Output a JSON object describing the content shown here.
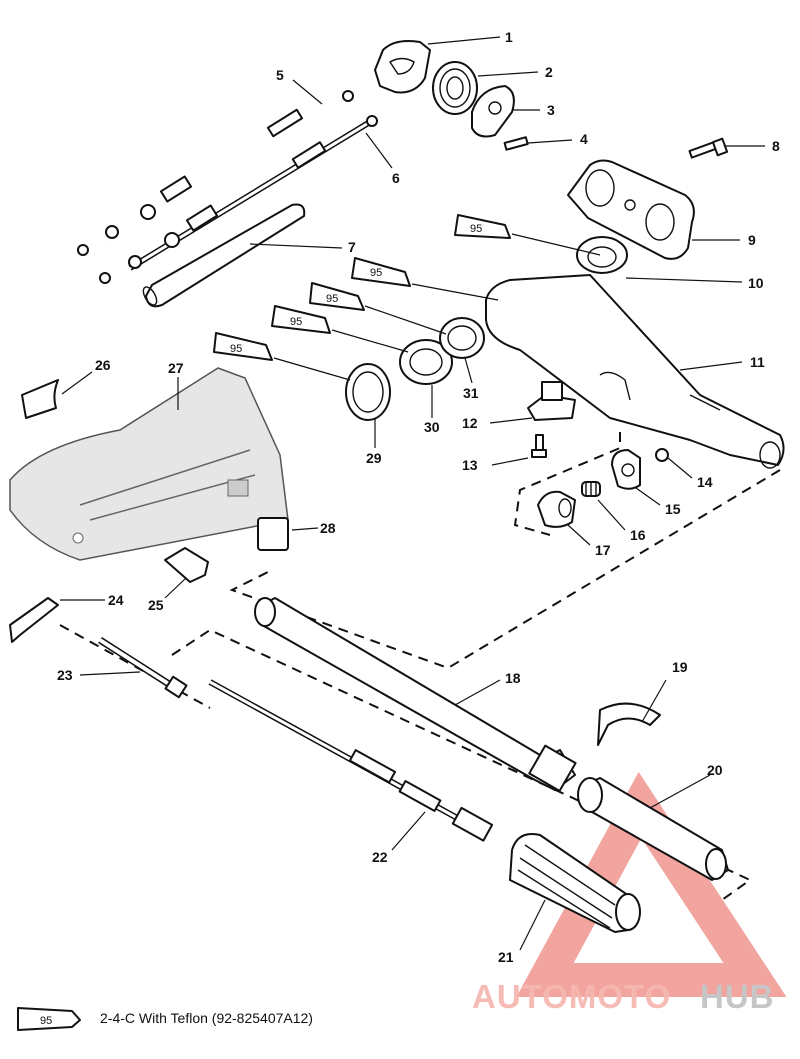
{
  "callouts": [
    "1",
    "2",
    "3",
    "4",
    "5",
    "6",
    "7",
    "8",
    "9",
    "10",
    "11",
    "12",
    "13",
    "14",
    "15",
    "16",
    "17",
    "18",
    "19",
    "20",
    "21",
    "22",
    "23",
    "24",
    "25",
    "26",
    "27",
    "28",
    "29",
    "30",
    "31"
  ],
  "lubricant_tube_label": "95",
  "legend": {
    "tube_label": "95",
    "text": "2-4-C  With Teflon (92-825407A12)"
  },
  "watermark": {
    "part1": "AUTOMOTO",
    "part2": "HUB",
    "color_primary": "#e85a4f",
    "color_secondary": "#9a9a9a"
  }
}
